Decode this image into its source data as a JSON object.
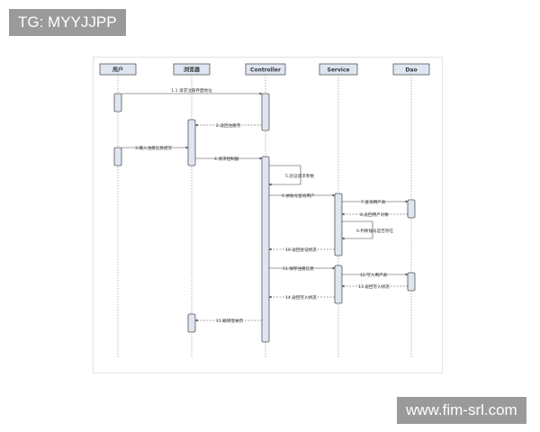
{
  "watermark": {
    "top_left": "TG: MYYJJPP",
    "bottom_right": "www.fim-srl.com"
  },
  "diagram": {
    "participants": [
      "用户",
      "浏览器",
      "Controller",
      "Service",
      "Dao"
    ],
    "messages": [
      "1.1 请求注册界面地址",
      "2.返回注册页",
      "3.输入注册信息提交",
      "4.请求控制器",
      "5.验证请求参数",
      "6.依账号查询用户",
      "7.查询用户表",
      "8.返回用户对象",
      "9.判断账号是否存在",
      "10.返回验证状态",
      "11.保存注册信息",
      "12.写入用户表",
      "13.返回写入状态",
      "14.返回写入状态",
      "15.跳转登录页"
    ]
  },
  "colors": {
    "lifeline_box": "#dfe6f2",
    "border": "#555555",
    "watermark_bg": "#9a9a9a"
  }
}
